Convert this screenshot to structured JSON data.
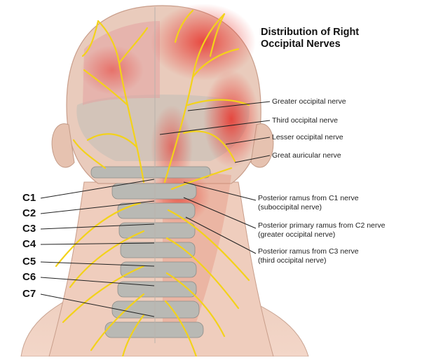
{
  "title_line1": "Distribution of Right",
  "title_line2": "Occipital Nerves",
  "labels": {
    "greater_occipital": "Greater occipital nerve",
    "third_occipital": "Third occipital nerve",
    "lesser_occipital": "Lesser occipital nerve",
    "great_auricular": "Great auricular nerve",
    "c1_ramus": "Posterior ramus from C1 nerve",
    "c1_ramus_sub": "(suboccipital nerve)",
    "c2_ramus": "Posterior primary ramus from C2 nerve",
    "c2_ramus_sub": "(greater occipital nerve)",
    "c3_ramus": "Posterior ramus from C3 nerve",
    "c3_ramus_sub": "(third occipital nerve)"
  },
  "vertebrae": [
    "C1",
    "C2",
    "C3",
    "C4",
    "C5",
    "C6",
    "C7"
  ],
  "colors": {
    "nerve": "#f3d21a",
    "highlight": "#e8322a",
    "skin": "#f1cfc0",
    "bone": "#b9b9b4"
  }
}
